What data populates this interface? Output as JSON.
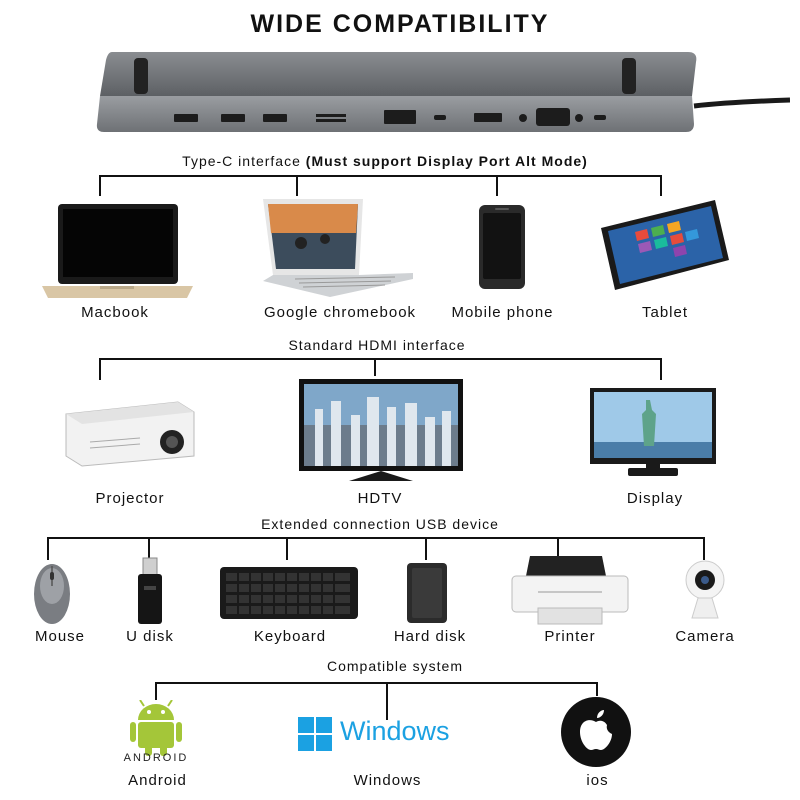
{
  "title": "WIDE COMPATIBILITY",
  "sections": {
    "typec": {
      "header": "Type-C interface",
      "header_bold": "(Must support Display Port Alt Mode)",
      "devices": [
        "Macbook",
        "Google chromebook",
        "Mobile phone",
        "Tablet"
      ]
    },
    "hdmi": {
      "header": "Standard HDMI interface",
      "devices": [
        "Projector",
        "HDTV",
        "Display"
      ]
    },
    "usb": {
      "header": "Extended connection USB device",
      "devices": [
        "Mouse",
        "U disk",
        "Keyboard",
        "Hard disk",
        "Printer",
        "Camera"
      ]
    },
    "system": {
      "header": "Compatible system",
      "devices": [
        "Android",
        "Windows",
        "ios"
      ]
    }
  },
  "logos": {
    "android_wordmark": "ANDROID",
    "windows_wordmark": "Windows"
  },
  "colors": {
    "android_green": "#a4c639",
    "windows_blue": "#1ba1e2",
    "hub_gray": "#6b6e72"
  }
}
